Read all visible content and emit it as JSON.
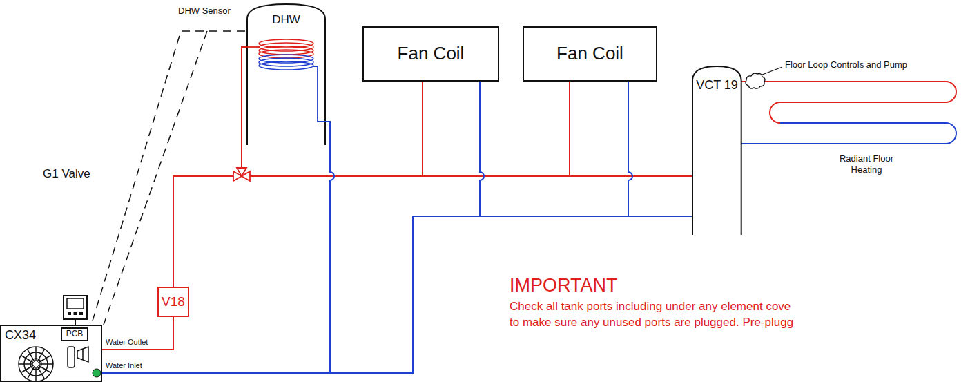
{
  "diagram": {
    "nodes": [
      {
        "text": [
          "DHW"
        ]
      },
      {
        "text": [
          "Fan Coil"
        ]
      },
      {
        "text": [
          "Fan Coil"
        ]
      },
      {
        "text": [
          "VCT 19"
        ]
      },
      {
        "text": [
          "CX34"
        ]
      },
      {
        "text": [
          "PCB"
        ],
        "in": 4
      },
      {
        "text": [
          "V18"
        ]
      }
    ],
    "edges": [
      {
        "from": 4,
        "to": 6,
        "arrow": "none"
      },
      {
        "from": 6,
        "to": 0,
        "arrow": "none"
      },
      {
        "from": 6,
        "to": 1,
        "arrow": "none"
      },
      {
        "from": 6,
        "to": 2,
        "arrow": "none"
      },
      {
        "from": 6,
        "to": 3,
        "arrow": "none"
      },
      {
        "from": 0,
        "to": 4,
        "arrow": "none"
      },
      {
        "from": 1,
        "to": 4,
        "arrow": "none"
      },
      {
        "from": 2,
        "to": 4,
        "arrow": "none"
      },
      {
        "from": 3,
        "to": 4,
        "arrow": "none"
      },
      {
        "from": 5,
        "to": 0,
        "arrow": "none"
      }
    ],
    "labels": [
      "DHW Sensor",
      "G1 Valve",
      "Water Outlet",
      "Water Inlet",
      "Floor Loop Controls and Pump",
      "Radiant Floor Heating",
      "IMPORTANT",
      "Check all tank ports including under any element cove",
      "to make sure any unused ports are plugged. Pre-plugg"
    ]
  }
}
